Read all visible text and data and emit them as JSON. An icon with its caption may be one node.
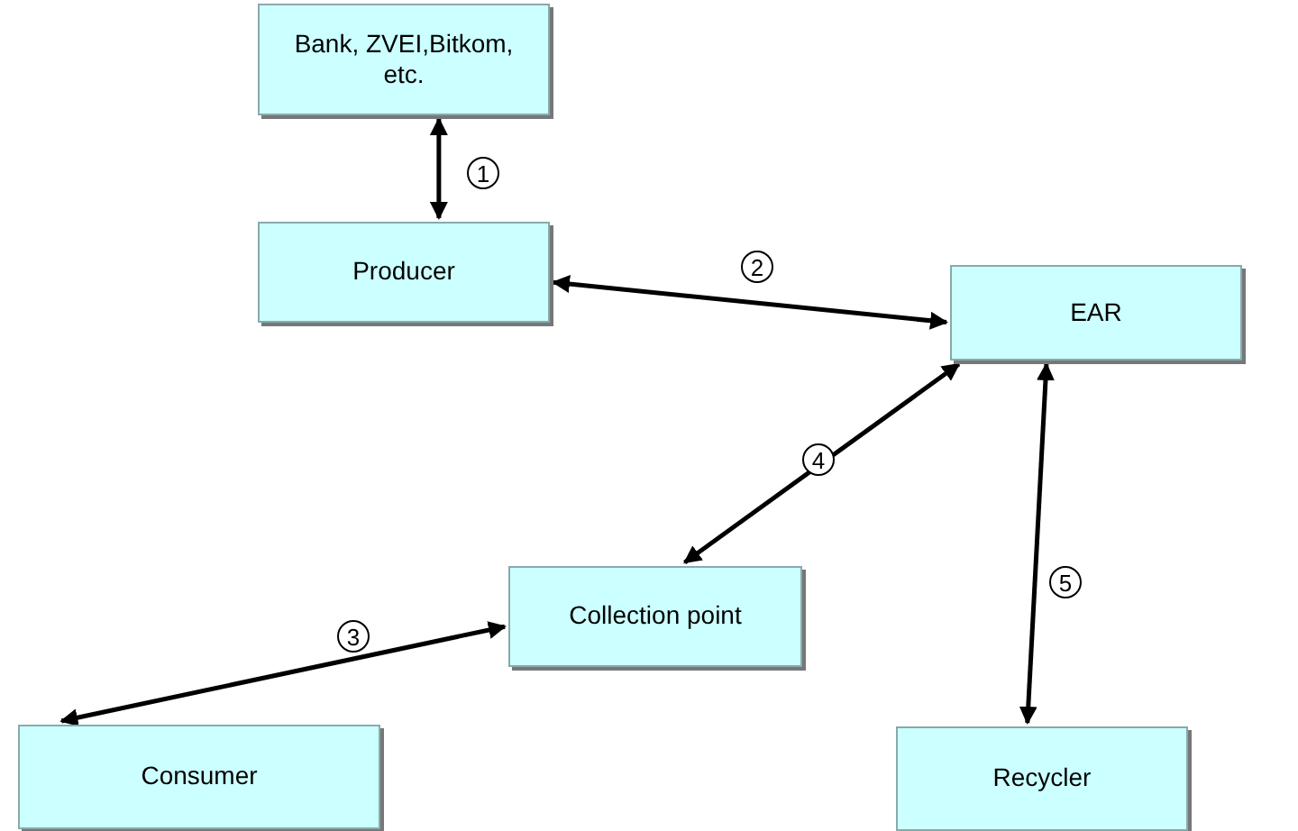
{
  "diagram": {
    "nodes": [
      {
        "text": [
          "Bank, ZVEI,Bitkom, etc."
        ]
      },
      {
        "text": [
          "Producer"
        ]
      },
      {
        "text": [
          "EAR"
        ]
      },
      {
        "text": [
          "Collection point"
        ]
      },
      {
        "text": [
          "Consumer"
        ]
      },
      {
        "text": [
          "Recycler"
        ]
      }
    ],
    "edges": [
      {
        "from": 0,
        "to": 1,
        "arrow": "both",
        "label": "1"
      },
      {
        "from": 1,
        "to": 2,
        "arrow": "both",
        "label": "2"
      },
      {
        "from": 4,
        "to": 3,
        "arrow": "both",
        "label": "3"
      },
      {
        "from": 3,
        "to": 2,
        "arrow": "both",
        "label": "4"
      },
      {
        "from": 2,
        "to": 5,
        "arrow": "both",
        "label": "5"
      }
    ]
  }
}
